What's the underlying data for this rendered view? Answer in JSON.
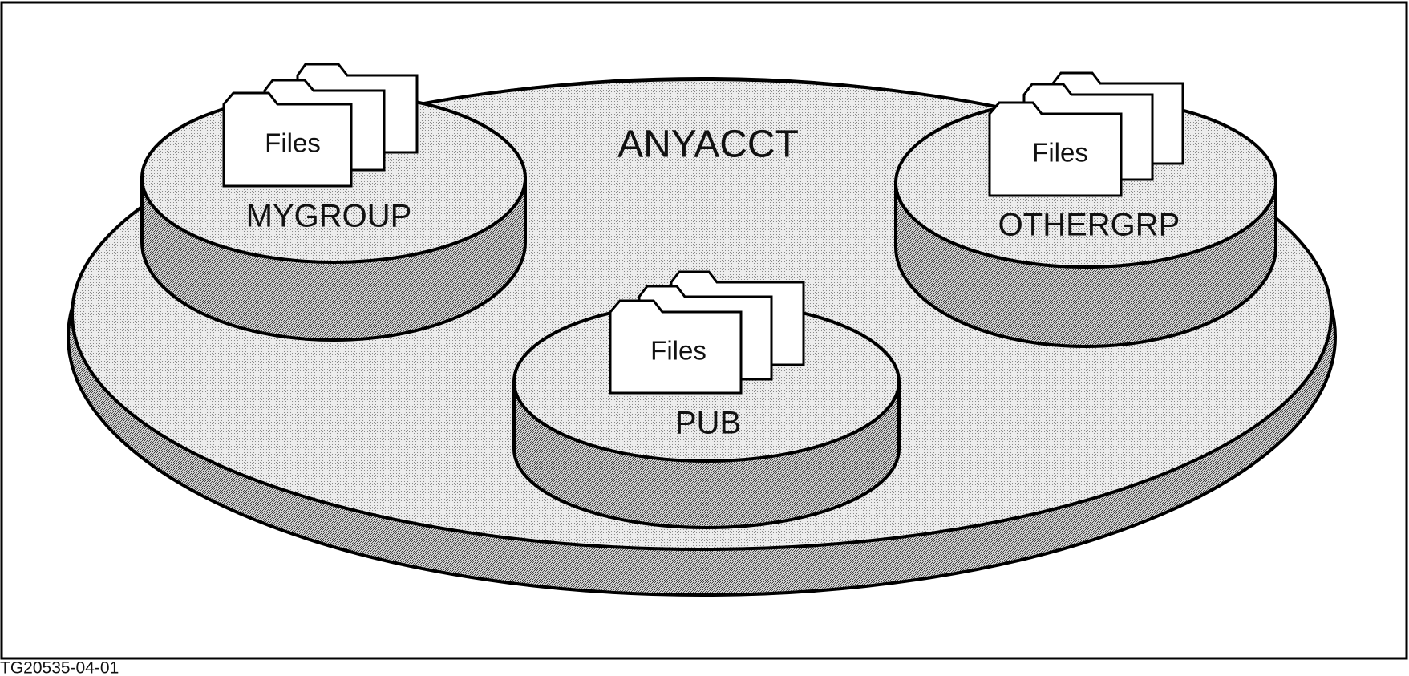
{
  "account": {
    "name": "ANYACCT"
  },
  "groups": [
    {
      "name": "MYGROUP",
      "folder_label": "Files"
    },
    {
      "name": "OTHERGRP",
      "folder_label": "Files"
    },
    {
      "name": "PUB",
      "folder_label": "Files"
    }
  ],
  "figure_id": "TG20535-04-01",
  "colors": {
    "line": "#000000",
    "top_fill": "#e4e4e4",
    "side_fill": "#bdbdbd",
    "folder_fill": "#ffffff",
    "background": "#ffffff"
  }
}
